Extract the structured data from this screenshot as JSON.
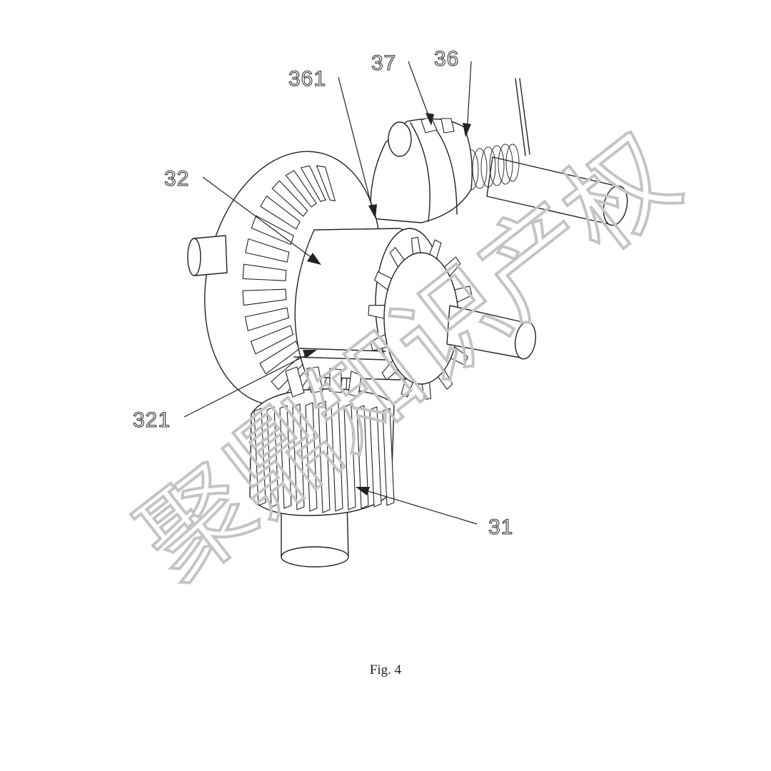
{
  "figure": {
    "caption": "Fig. 4",
    "watermark_text": "聚鼎知识产权",
    "labels": {
      "ref_37": "37",
      "ref_36": "36",
      "ref_361": "361",
      "ref_32": "32",
      "ref_321": "321",
      "ref_31": "31"
    }
  }
}
